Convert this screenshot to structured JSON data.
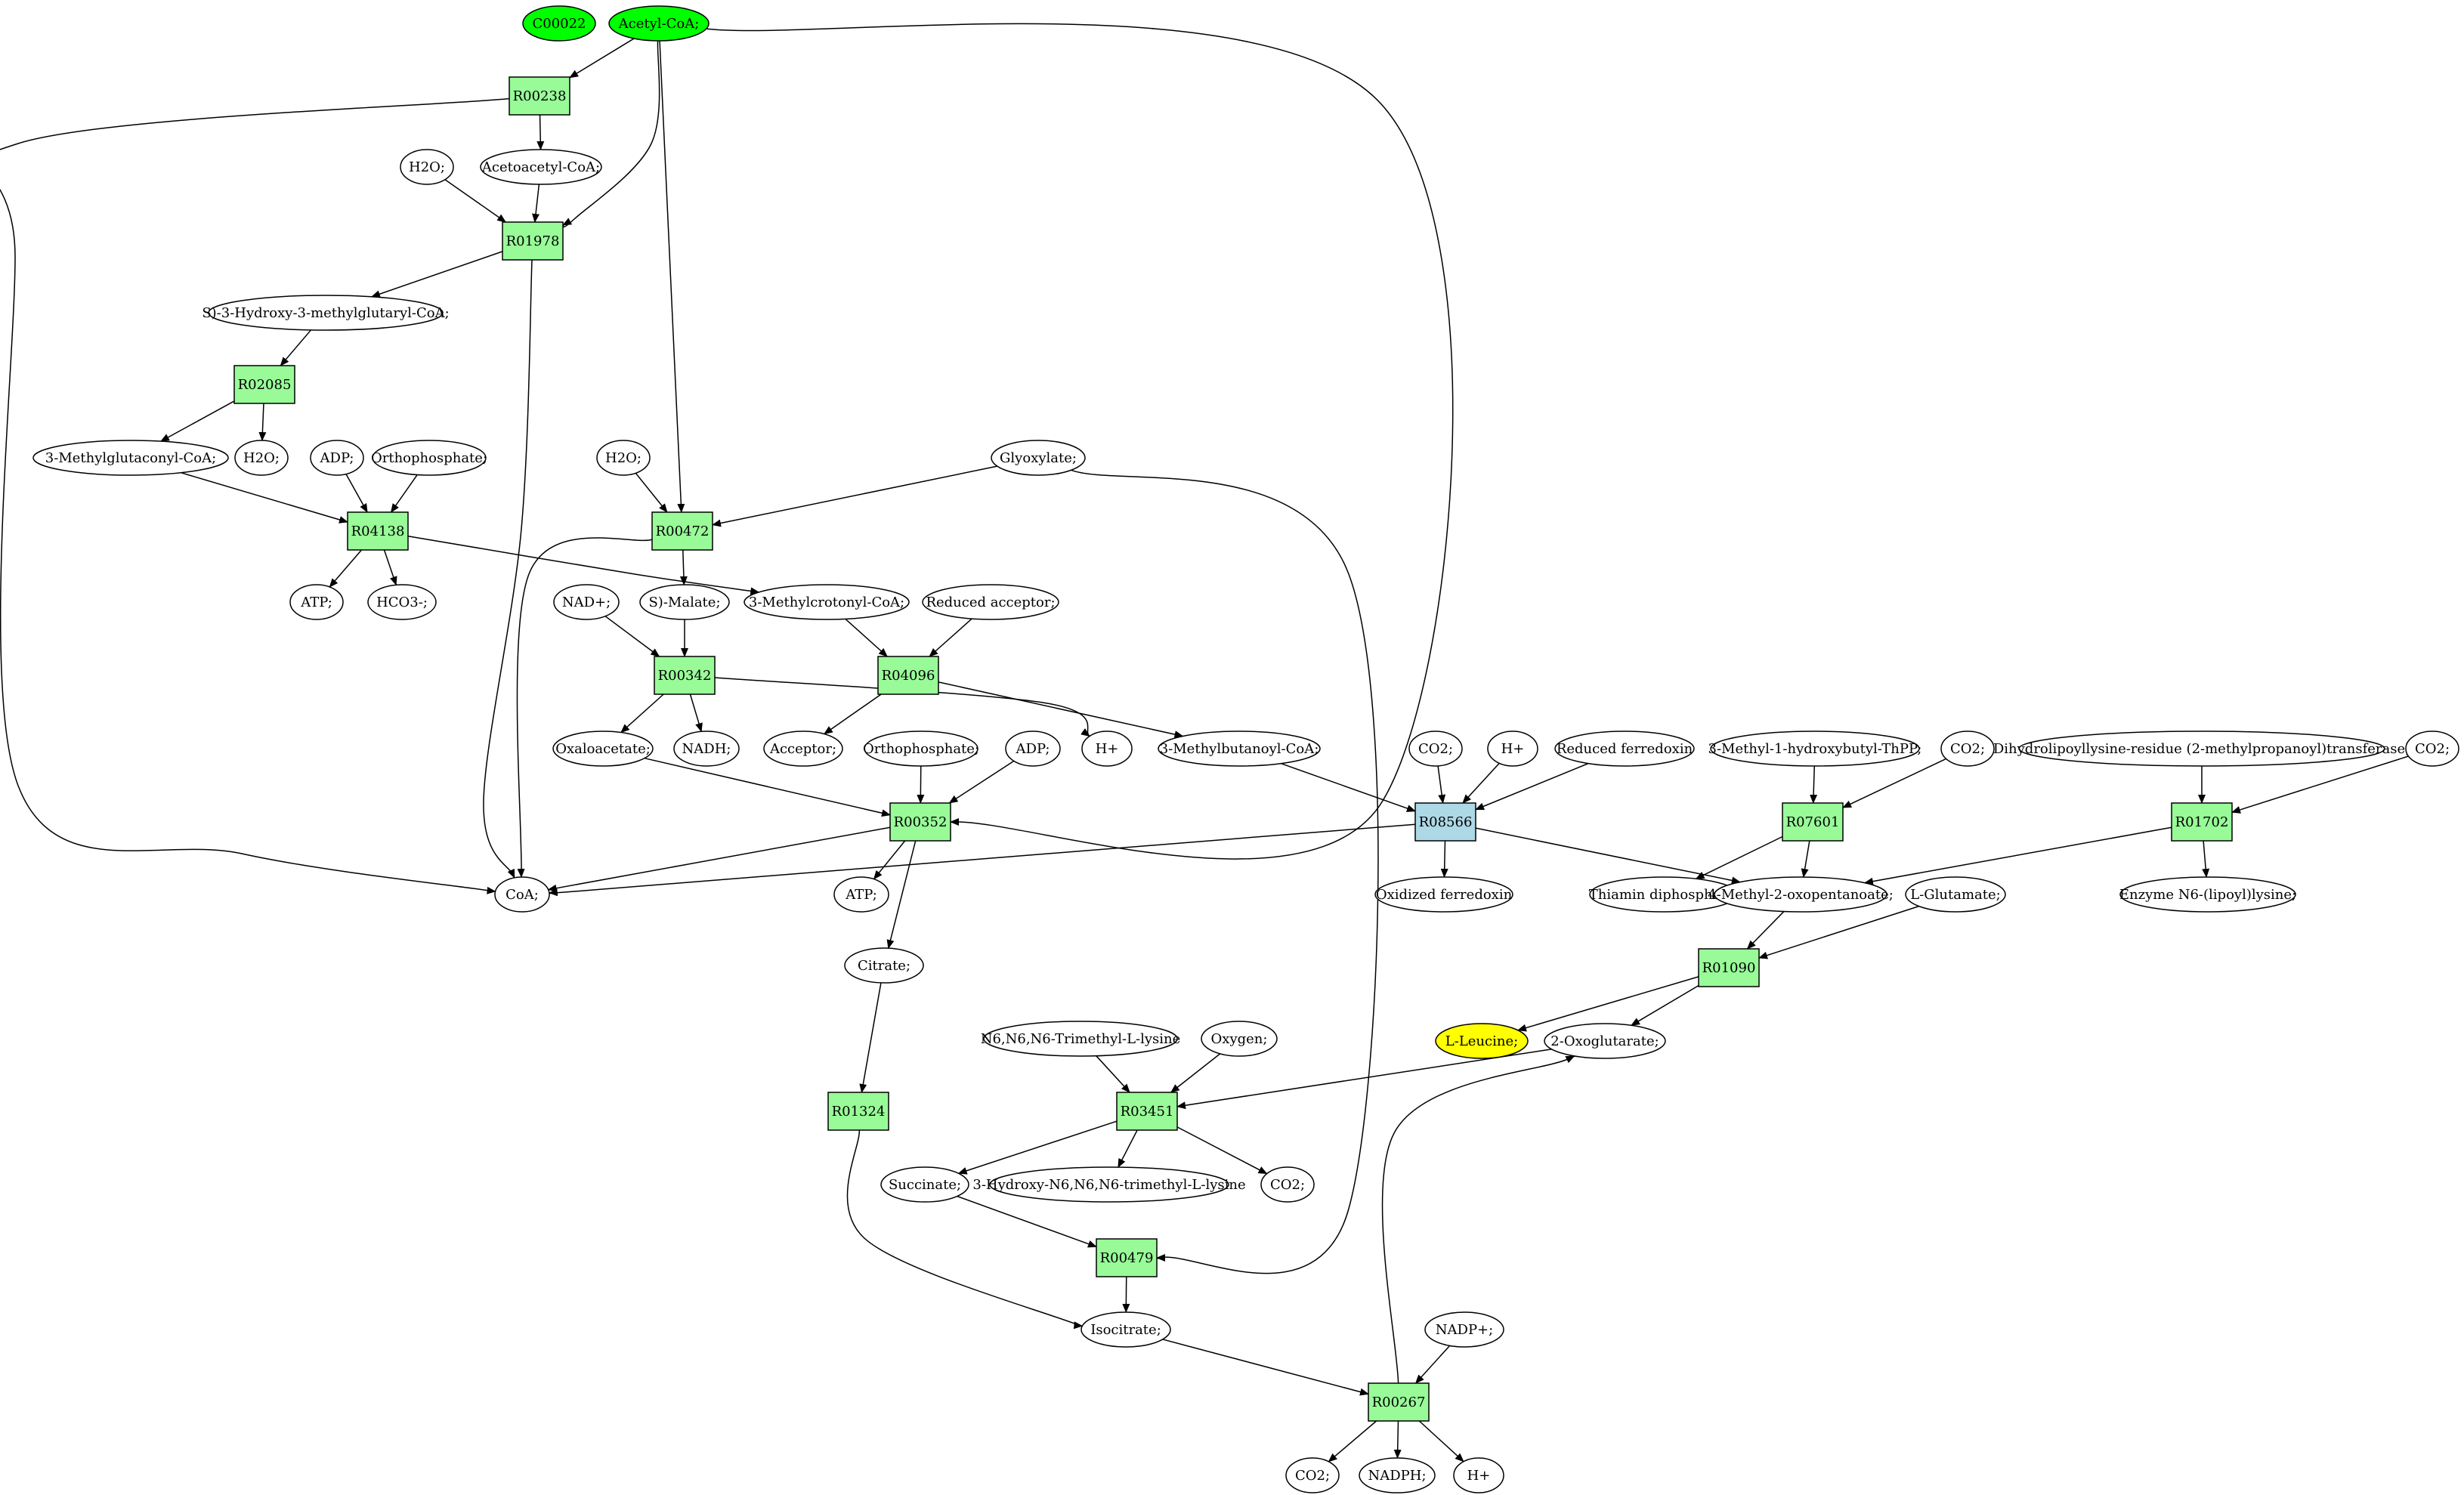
{
  "colors": {
    "reaction": "#98fb98",
    "reaction_highlight": "#add8e6",
    "compound": "#ffffff",
    "start_compound": "#00ff00",
    "target_compound": "#ffff00",
    "edge": "#000000"
  },
  "nodes": {
    "c00022": {
      "label": "C00022",
      "kind": "start_compound"
    },
    "acetyl_coa": {
      "label": "Acetyl-CoA;",
      "kind": "start_compound"
    },
    "r00238": {
      "label": "R00238",
      "kind": "reaction"
    },
    "h2o_1": {
      "label": "H2O;",
      "kind": "compound"
    },
    "acetoacetyl_coa": {
      "label": "Acetoacetyl-CoA;",
      "kind": "compound"
    },
    "r01978": {
      "label": "R01978",
      "kind": "reaction"
    },
    "hmg_coa": {
      "label": "S)-3-Hydroxy-3-methylglutaryl-CoA;",
      "kind": "compound"
    },
    "r02085": {
      "label": "R02085",
      "kind": "reaction"
    },
    "methylglutaconyl_coa": {
      "label": "3-Methylglutaconyl-CoA;",
      "kind": "compound"
    },
    "h2o_2": {
      "label": "H2O;",
      "kind": "compound"
    },
    "adp_1": {
      "label": "ADP;",
      "kind": "compound"
    },
    "orthophosphate_1": {
      "label": "Orthophosphate;",
      "kind": "compound"
    },
    "r04138": {
      "label": "R04138",
      "kind": "reaction"
    },
    "atp_1": {
      "label": "ATP;",
      "kind": "compound"
    },
    "hco3": {
      "label": "HCO3-;",
      "kind": "compound"
    },
    "h2o_3": {
      "label": "H2O;",
      "kind": "compound"
    },
    "glyoxylate": {
      "label": "Glyoxylate;",
      "kind": "compound"
    },
    "r00472": {
      "label": "R00472",
      "kind": "reaction"
    },
    "nad": {
      "label": "NAD+;",
      "kind": "compound"
    },
    "s_malate": {
      "label": "S)-Malate;",
      "kind": "compound"
    },
    "methylcrotonyl_coa": {
      "label": "3-Methylcrotonyl-CoA;",
      "kind": "compound"
    },
    "reduced_acceptor": {
      "label": "Reduced acceptor;",
      "kind": "compound"
    },
    "r00342": {
      "label": "R00342",
      "kind": "reaction"
    },
    "r04096": {
      "label": "R04096",
      "kind": "reaction"
    },
    "oxaloacetate": {
      "label": "Oxaloacetate;",
      "kind": "compound"
    },
    "nadh": {
      "label": "NADH;",
      "kind": "compound"
    },
    "acceptor": {
      "label": "Acceptor;",
      "kind": "compound"
    },
    "h_plus_1": {
      "label": "H+",
      "kind": "compound"
    },
    "methylbutanoyl_coa": {
      "label": "3-Methylbutanoyl-CoA;",
      "kind": "compound"
    },
    "orthophosphate_2": {
      "label": "Orthophosphate;",
      "kind": "compound"
    },
    "adp_2": {
      "label": "ADP;",
      "kind": "compound"
    },
    "r00352": {
      "label": "R00352",
      "kind": "reaction"
    },
    "coa": {
      "label": "CoA;",
      "kind": "compound"
    },
    "atp_2": {
      "label": "ATP;",
      "kind": "compound"
    },
    "citrate": {
      "label": "Citrate;",
      "kind": "compound"
    },
    "co2_1": {
      "label": "CO2;",
      "kind": "compound"
    },
    "h_plus_2": {
      "label": "H+",
      "kind": "compound"
    },
    "reduced_ferredoxin": {
      "label": "Reduced ferredoxin",
      "kind": "compound"
    },
    "r08566": {
      "label": "R08566",
      "kind": "reaction_highlight"
    },
    "oxidized_ferredoxin": {
      "label": "Oxidized ferredoxin",
      "kind": "compound"
    },
    "methyl_hydroxybutyl_thpp": {
      "label": "3-Methyl-1-hydroxybutyl-ThPP;",
      "kind": "compound"
    },
    "co2_2": {
      "label": "CO2;",
      "kind": "compound"
    },
    "r07601": {
      "label": "R07601",
      "kind": "reaction"
    },
    "thiamin_diphosphate": {
      "label": "Thiamin diphosphate;",
      "kind": "compound"
    },
    "methyl_oxopentanoate": {
      "label": "4-Methyl-2-oxopentanoate;",
      "kind": "compound"
    },
    "dihydrolipoyllysine": {
      "label": "Dihydrolipoyllysine-residue (2-methylpropanoyl)transferase]",
      "kind": "compound"
    },
    "co2_3": {
      "label": "CO2;",
      "kind": "compound"
    },
    "r01702": {
      "label": "R01702",
      "kind": "reaction"
    },
    "enzyme_lipoyl": {
      "label": "Enzyme N6-(lipoyl)lysine;",
      "kind": "compound"
    },
    "l_glutamate": {
      "label": "L-Glutamate;",
      "kind": "compound"
    },
    "r01090": {
      "label": "R01090",
      "kind": "reaction"
    },
    "l_leucine": {
      "label": "L-Leucine;",
      "kind": "target_compound"
    },
    "oxoglutarate": {
      "label": "2-Oxoglutarate;",
      "kind": "compound"
    },
    "r01324": {
      "label": "R01324",
      "kind": "reaction"
    },
    "trimethyl_lysine": {
      "label": "N6,N6,N6-Trimethyl-L-lysine",
      "kind": "compound"
    },
    "oxygen": {
      "label": "Oxygen;",
      "kind": "compound"
    },
    "r03451": {
      "label": "R03451",
      "kind": "reaction"
    },
    "succinate": {
      "label": "Succinate;",
      "kind": "compound"
    },
    "hydroxy_trimethyl_lysine": {
      "label": "3-Hydroxy-N6,N6,N6-trimethyl-L-lysine",
      "kind": "compound"
    },
    "co2_4": {
      "label": "CO2;",
      "kind": "compound"
    },
    "r00479": {
      "label": "R00479",
      "kind": "reaction"
    },
    "isocitrate": {
      "label": "Isocitrate;",
      "kind": "compound"
    },
    "nadp": {
      "label": "NADP+;",
      "kind": "compound"
    },
    "r00267": {
      "label": "R00267",
      "kind": "reaction"
    },
    "co2_5": {
      "label": "CO2;",
      "kind": "compound"
    },
    "nadph": {
      "label": "NADPH;",
      "kind": "compound"
    },
    "h_plus_3": {
      "label": "H+",
      "kind": "compound"
    }
  },
  "edges": [
    [
      "acetyl_coa",
      "r00238"
    ],
    [
      "acetyl_coa",
      "r01978"
    ],
    [
      "acetyl_coa",
      "r00472"
    ],
    [
      "acetyl_coa",
      "r00352"
    ],
    [
      "r00238",
      "acetoacetyl_coa"
    ],
    [
      "r00238",
      "coa"
    ],
    [
      "h2o_1",
      "r01978"
    ],
    [
      "acetoacetyl_coa",
      "r01978"
    ],
    [
      "r01978",
      "hmg_coa"
    ],
    [
      "r01978",
      "coa"
    ],
    [
      "hmg_coa",
      "r02085"
    ],
    [
      "r02085",
      "methylglutaconyl_coa"
    ],
    [
      "r02085",
      "h2o_2"
    ],
    [
      "methylglutaconyl_coa",
      "r04138"
    ],
    [
      "adp_1",
      "r04138"
    ],
    [
      "orthophosphate_1",
      "r04138"
    ],
    [
      "r04138",
      "atp_1"
    ],
    [
      "r04138",
      "hco3"
    ],
    [
      "r04138",
      "methylcrotonyl_coa"
    ],
    [
      "h2o_3",
      "r00472"
    ],
    [
      "glyoxylate",
      "r00472"
    ],
    [
      "glyoxylate",
      "r00479"
    ],
    [
      "r00472",
      "s_malate"
    ],
    [
      "r00472",
      "coa"
    ],
    [
      "nad",
      "r00342"
    ],
    [
      "s_malate",
      "r00342"
    ],
    [
      "r00342",
      "oxaloacetate"
    ],
    [
      "r00342",
      "nadh"
    ],
    [
      "r00342",
      "h_plus_1"
    ],
    [
      "methylcrotonyl_coa",
      "r04096"
    ],
    [
      "reduced_acceptor",
      "r04096"
    ],
    [
      "r04096",
      "acceptor"
    ],
    [
      "r04096",
      "methylbutanoyl_coa"
    ],
    [
      "oxaloacetate",
      "r00352"
    ],
    [
      "orthophosphate_2",
      "r00352"
    ],
    [
      "adp_2",
      "r00352"
    ],
    [
      "r00352",
      "coa"
    ],
    [
      "r00352",
      "atp_2"
    ],
    [
      "r00352",
      "citrate"
    ],
    [
      "methylbutanoyl_coa",
      "r08566"
    ],
    [
      "co2_1",
      "r08566"
    ],
    [
      "h_plus_2",
      "r08566"
    ],
    [
      "reduced_ferredoxin",
      "r08566"
    ],
    [
      "r08566",
      "coa"
    ],
    [
      "r08566",
      "oxidized_ferredoxin"
    ],
    [
      "r08566",
      "methyl_oxopentanoate"
    ],
    [
      "methyl_hydroxybutyl_thpp",
      "r07601"
    ],
    [
      "co2_2",
      "r07601"
    ],
    [
      "r07601",
      "thiamin_diphosphate"
    ],
    [
      "r07601",
      "methyl_oxopentanoate"
    ],
    [
      "dihydrolipoyllysine",
      "r01702"
    ],
    [
      "co2_3",
      "r01702"
    ],
    [
      "r01702",
      "enzyme_lipoyl"
    ],
    [
      "r01702",
      "methyl_oxopentanoate"
    ],
    [
      "methyl_oxopentanoate",
      "r01090"
    ],
    [
      "l_glutamate",
      "r01090"
    ],
    [
      "r01090",
      "l_leucine"
    ],
    [
      "r01090",
      "oxoglutarate"
    ],
    [
      "citrate",
      "r01324"
    ],
    [
      "r01324",
      "isocitrate"
    ],
    [
      "trimethyl_lysine",
      "r03451"
    ],
    [
      "oxygen",
      "r03451"
    ],
    [
      "oxoglutarate",
      "r03451"
    ],
    [
      "r03451",
      "succinate"
    ],
    [
      "r03451",
      "hydroxy_trimethyl_lysine"
    ],
    [
      "r03451",
      "co2_4"
    ],
    [
      "succinate",
      "r00479"
    ],
    [
      "r00479",
      "isocitrate"
    ],
    [
      "isocitrate",
      "r00267"
    ],
    [
      "nadp",
      "r00267"
    ],
    [
      "r00267",
      "oxoglutarate"
    ],
    [
      "r00267",
      "co2_5"
    ],
    [
      "r00267",
      "nadph"
    ],
    [
      "r00267",
      "h_plus_3"
    ]
  ]
}
